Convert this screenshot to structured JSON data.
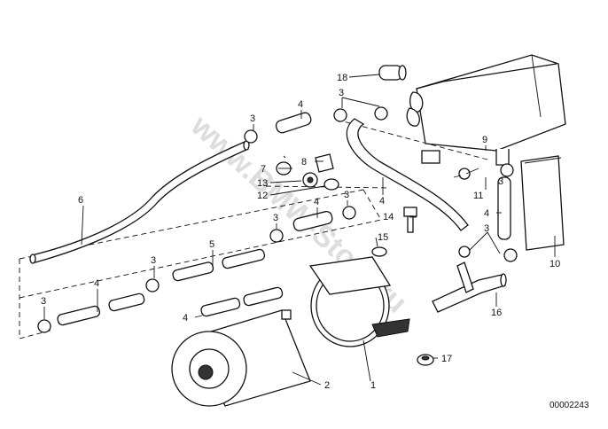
{
  "watermark": "www.BMW-Store.ru",
  "drawing_number": "00002243",
  "callouts": {
    "c1": "1",
    "c2": "2",
    "c3": "3",
    "c4": "4",
    "c5": "5",
    "c6": "6",
    "c7": "7",
    "c8": "8",
    "c9": "9",
    "c10": "10",
    "c11": "11",
    "c12": "12",
    "c13": "13",
    "c14": "14",
    "c15": "15",
    "c16": "16",
    "c17": "17",
    "c18": "18"
  }
}
